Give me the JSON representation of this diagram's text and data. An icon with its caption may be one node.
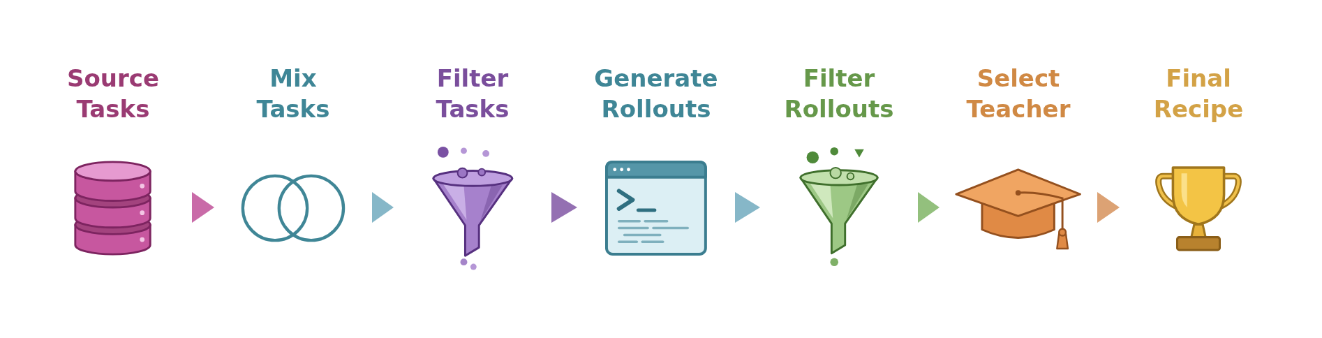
{
  "diagram": {
    "nodes": [
      {
        "text": [
          "Source Tasks"
        ]
      },
      {
        "text": [
          "Mix Tasks"
        ]
      },
      {
        "text": [
          "Filter Tasks"
        ]
      },
      {
        "text": [
          "Generate Rollouts"
        ]
      },
      {
        "text": [
          "Filter Rollouts"
        ]
      },
      {
        "text": [
          "Select Teacher"
        ]
      },
      {
        "text": [
          "Final Recipe"
        ]
      }
    ],
    "edges": [
      {
        "from": 0,
        "to": 1,
        "arrow": "to",
        "color": "#c96ba8"
      },
      {
        "from": 1,
        "to": 2,
        "arrow": "to",
        "color": "#86b7c8"
      },
      {
        "from": 2,
        "to": 3,
        "arrow": "to",
        "color": "#9470b2"
      },
      {
        "from": 3,
        "to": 4,
        "arrow": "to",
        "color": "#86b7c8"
      },
      {
        "from": 4,
        "to": 5,
        "arrow": "to",
        "color": "#93c07d"
      },
      {
        "from": 5,
        "to": 6,
        "arrow": "to",
        "color": "#dca274"
      }
    ]
  }
}
